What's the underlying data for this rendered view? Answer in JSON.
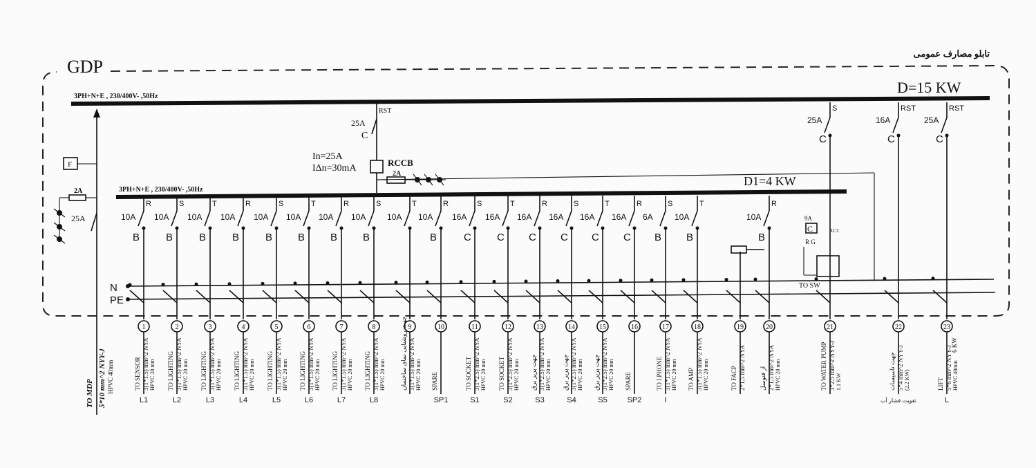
{
  "panel": {
    "name": "GDP",
    "title_fa": "تابلو مصارف عمومی",
    "main_bus_spec": "3PH+N+E , 230/400V- ,50Hz",
    "main_demand": "D=15 KW",
    "sub_bus_spec": "3PH+N+E , 230/400V- ,50Hz",
    "sub_demand": "D1=4 KW"
  },
  "incoming": {
    "breaker_rating": "25A",
    "spd_fuse": "2A",
    "meter_symbol": "F",
    "cable_to": "TO MDP",
    "cable_spec": "5*10 mm^2 NYY-J",
    "conduit": "HPVC 40mm"
  },
  "rccb": {
    "main_breaker": "25A",
    "main_curve": "C",
    "main_phase": "RST",
    "in_rating": "In=25A",
    "idn_rating": "IΔn=30mA",
    "label": "RCCB",
    "fuse": "2A"
  },
  "neutral_label": "N",
  "pe_label": "PE",
  "feeders": [
    {
      "num": "1",
      "rating": "10A",
      "curve": "B",
      "phase": "R",
      "desc": "TO SENSOR",
      "cable": "3(1*1.5) mm^2 NYA",
      "conduit": "HPVC 20 mm",
      "tag": "L1"
    },
    {
      "num": "2",
      "rating": "10A",
      "curve": "B",
      "phase": "S",
      "desc": "TO LIGHTING",
      "cable": "3(1*1.5) mm^2 NYA",
      "conduit": "HPVC 20 mm",
      "tag": "L2"
    },
    {
      "num": "3",
      "rating": "10A",
      "curve": "B",
      "phase": "T",
      "desc": "TO LIGHTING",
      "cable": "3(1*1.5) mm^2 NYA",
      "conduit": "HPVC 20 mm",
      "tag": "L3"
    },
    {
      "num": "4",
      "rating": "10A",
      "curve": "B",
      "phase": "R",
      "desc": "TO LIGHTING",
      "cable": "3(1*1.5) mm^2 NYA",
      "conduit": "HPVC 20 mm",
      "tag": "L4"
    },
    {
      "num": "5",
      "rating": "10A",
      "curve": "B",
      "phase": "S",
      "desc": "TO LIGHTING",
      "cable": "3(1*1.5) mm^2 NYA",
      "conduit": "HPVC 20 mm",
      "tag": "L5"
    },
    {
      "num": "6",
      "rating": "10A",
      "curve": "B",
      "phase": "T",
      "desc": "TO LIGHTING",
      "cable": "3(1*1.5) mm^2 NYA",
      "conduit": "HPVC 20 mm",
      "tag": "L6"
    },
    {
      "num": "7",
      "rating": "10A",
      "curve": "B",
      "phase": "R",
      "desc": "TO LIGHTING",
      "cable": "3(1*1.5) mm^2 NYA",
      "conduit": "HPVC 20 mm",
      "tag": "L7"
    },
    {
      "num": "8",
      "rating": "10A",
      "curve": "B",
      "phase": "S",
      "desc": "TO LIGHTING",
      "cable": "3(1*1.5) mm^2 NYA",
      "conduit": "HPVC 20 mm",
      "tag": "L8"
    },
    {
      "num": "9",
      "rating": "10A",
      "curve": "",
      "phase": "T",
      "desc": "جهت روشنایی نمای ساختمان",
      "cable": "3(1*1.5) mm^2 NYA",
      "conduit": "HPVC 20 mm",
      "tag": ""
    },
    {
      "num": "10",
      "rating": "10A",
      "curve": "B",
      "phase": "R",
      "desc": "SPARE",
      "cable": "",
      "conduit": "",
      "tag": "SP1"
    },
    {
      "num": "11",
      "rating": "16A",
      "curve": "C",
      "phase": "S",
      "desc": "TO SOCKET",
      "cable": "3(1*2.5) mm^2 NYA",
      "conduit": "HPVC 20 mm",
      "tag": "S1"
    },
    {
      "num": "12",
      "rating": "16A",
      "curve": "C",
      "phase": "T",
      "desc": "TO SOCKET",
      "cable": "3(1*2.5) mm^2 NYA",
      "conduit": "HPVC 20 mm",
      "tag": "S2"
    },
    {
      "num": "13",
      "rating": "16A",
      "curve": "C",
      "phase": "R",
      "desc": "جهت پریز برق",
      "cable": "3(1*2.5) mm^2 NYA",
      "conduit": "HPVC 20 mm",
      "tag": "S3"
    },
    {
      "num": "14",
      "rating": "16A",
      "curve": "C",
      "phase": "S",
      "desc": "جهت پریز برق",
      "cable": "3(1*2.5) mm^2 NYA",
      "conduit": "HPVC 20 mm",
      "tag": "S4"
    },
    {
      "num": "15",
      "rating": "16A",
      "curve": "C",
      "phase": "T",
      "desc": "جهت پریز برق",
      "cable": "3(1*2.5) mm^2 NYA",
      "conduit": "HPVC 20 mm",
      "tag": "S5"
    },
    {
      "num": "16",
      "rating": "16A",
      "curve": "C",
      "phase": "R",
      "desc": "SPARE",
      "cable": "",
      "conduit": "",
      "tag": "SP2"
    },
    {
      "num": "17",
      "rating": "6A",
      "curve": "B",
      "phase": "S",
      "desc": "TO I.PHONE",
      "cable": "3(1*1.5) mm^2 NYA",
      "conduit": "HPVC 20 mm",
      "tag": "I"
    },
    {
      "num": "18",
      "rating": "10A",
      "curve": "B",
      "phase": "T",
      "desc": "TO AMP",
      "cable": "3(1*1.5) mm^2 NYA",
      "conduit": "HPVC 20 mm",
      "tag": ""
    },
    {
      "num": "19",
      "rating": "",
      "curve": "",
      "phase": "",
      "desc": "TO FACP",
      "cable": "2*1.5 mm^2 NYA",
      "conduit": "",
      "tag": ""
    },
    {
      "num": "20",
      "rating": "10A",
      "curve": "B",
      "phase": "R",
      "desc": "از فتوسل",
      "cable": "2*1.5 mm^2 NYA",
      "conduit": "HPVC 20 mm",
      "tag": ""
    },
    {
      "num": "21",
      "rating": "25A",
      "curve": "C",
      "phase": "S",
      "desc": "TO WATER PUMP",
      "cable": "3*2.5 mm^2 NYY-J",
      "conduit": "1.1 KW",
      "tag": ""
    },
    {
      "num": "22",
      "rating": "16A",
      "curve": "C",
      "phase": "RST",
      "desc": "جهت تاسیسات",
      "cable": "5*4 mm^2 NYY-J",
      "conduit": "(2.2 KW)",
      "tag": "تقویت فشار آب"
    },
    {
      "num": "23",
      "rating": "25A",
      "curve": "C",
      "phase": "RST",
      "desc": "LIFT",
      "cable": "5*6 mm^2 NYY-J",
      "conduit": "HPVC 40mm",
      "tag": "L"
    }
  ],
  "pump_control": {
    "contactor": "C",
    "thermal": "9A",
    "relay": "R G",
    "aux": "AC3"
  },
  "to_sw": "TO SW",
  "lift_power": "6 KW"
}
